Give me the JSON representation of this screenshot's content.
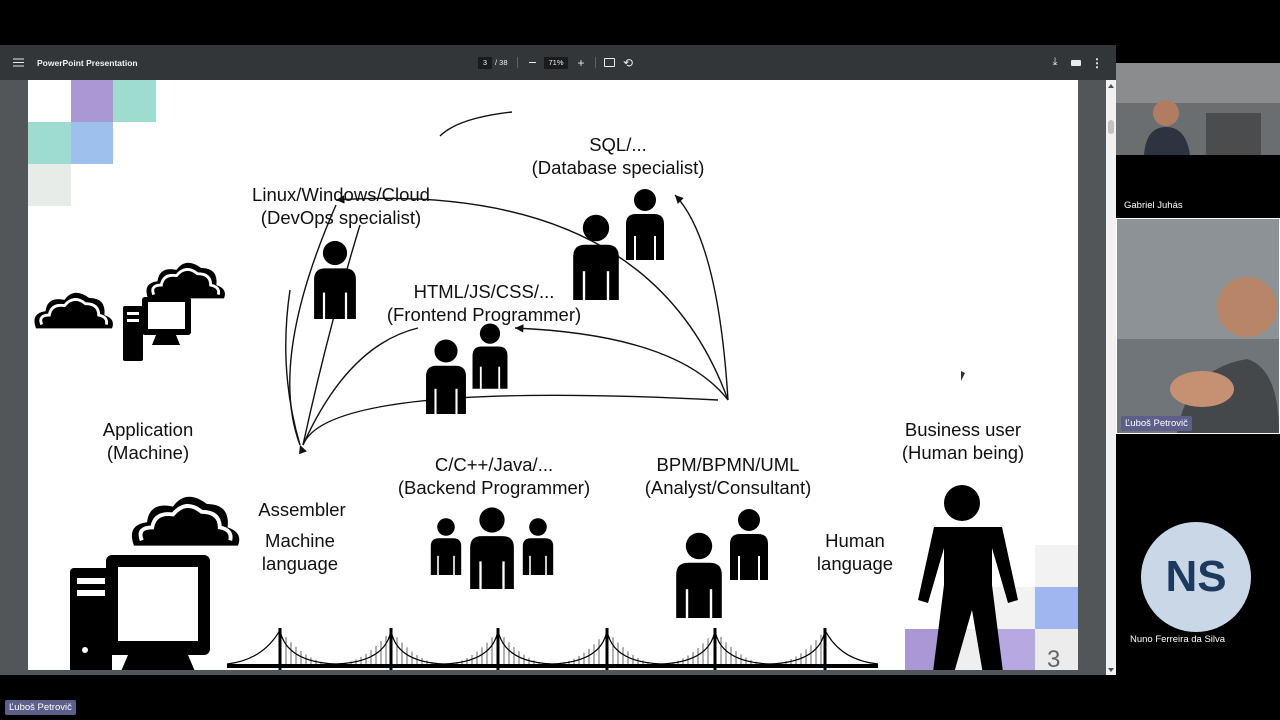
{
  "viewer": {
    "title": "PowerPoint Presentation",
    "current_page": "3",
    "total_pages": "/ 38",
    "zoom": "71%",
    "zoom_in_glyph": "+",
    "more_glyph": "⋮",
    "rotate_glyph": "⟲",
    "download_glyph": "⤓"
  },
  "slide": {
    "roles": [
      {
        "tech": "SQL/...",
        "role": "(Database specialist)"
      },
      {
        "tech": "Linux/Windows/Cloud",
        "role": "(DevOps specialist)"
      },
      {
        "tech": "HTML/JS/CSS/...",
        "role": "(Frontend Programmer)"
      },
      {
        "tech": "C/C++/Java/...",
        "role": "(Backend Programmer)"
      },
      {
        "tech": "BPM/BPMN/UML",
        "role": "(Analyst/Consultant)"
      }
    ],
    "application": {
      "line1": "Application",
      "line2": "(Machine)"
    },
    "business_user": {
      "line1": "Business user",
      "line2": "(Human being)"
    },
    "assembler": "Assembler",
    "machine_language": {
      "line1": "Machine",
      "line2": "language"
    },
    "human_language": {
      "line1": "Human",
      "line2": "language"
    },
    "slide_number": "3"
  },
  "participants": [
    {
      "name": "Gabriel Juhás"
    },
    {
      "name": "Ľuboš Petrovič"
    },
    {
      "name": "Nuno Ferreira da Silva",
      "initials": "NS"
    }
  ],
  "active_speaker": "Ľuboš Petrovič",
  "colors": {
    "toolbar_bg": "#323639",
    "viewer_bg": "#525659",
    "name_tag_bg": "#5d5f8a",
    "avatar_bg": "#c9d7e6",
    "avatar_text": "#1d3a5e",
    "slide_purple": "#9f8fc9",
    "slide_teal": "#8fd3c6",
    "slide_blue": "#93b8e6"
  },
  "icons": {
    "menu": "hamburger-icon",
    "zoom_out": "minus-icon",
    "zoom_in": "plus-icon",
    "fit": "fit-page-icon",
    "rotate": "rotate-icon",
    "download": "download-icon",
    "print": "print-icon",
    "more": "more-vert-icon"
  }
}
